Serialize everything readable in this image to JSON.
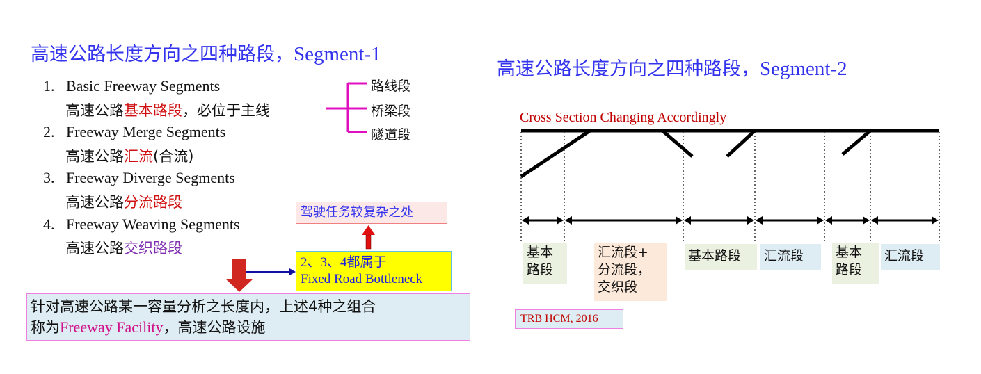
{
  "left": {
    "title_cn": "高速公路长度方向之四种路段，",
    "title_en": "Segment-1",
    "items": [
      {
        "num": "1.",
        "en": "Basic Freeway Segments",
        "cn_prefix": "高速公路",
        "cn_highlight": "基本路段",
        "cn_suffix": "，必位于主线"
      },
      {
        "num": "2.",
        "en": "Freeway Merge Segments",
        "cn_prefix": "高速公路",
        "cn_highlight": "汇流",
        "cn_suffix": "(合流)"
      },
      {
        "num": "3.",
        "en": "Freeway Diverge Segments",
        "cn_prefix": "高速公路",
        "cn_highlight": "分流路段",
        "cn_suffix": ""
      },
      {
        "num": "4.",
        "en": "Freeway Weaving Segments",
        "cn_prefix": "高速公路",
        "cn_highlight": "交织路段",
        "cn_suffix": ""
      }
    ],
    "basic_types": [
      "路线段",
      "桥梁段",
      "隧道段"
    ],
    "complex_note": "驾驶任务较复杂之处",
    "bottleneck_line1": "2、3、4都属于",
    "bottleneck_line2": "Fixed Road Bottleneck",
    "facility_line1": "针对高速公路某一容量分析之长度内，上述4种之组合",
    "facility_prefix": "称为",
    "facility_highlight": "Freeway Facility",
    "facility_suffix": "，高速公路设施"
  },
  "right": {
    "title_cn": "高速公路长度方向之四种路段，",
    "title_en": "Segment-2",
    "cross_section": "Cross Section Changing Accordingly",
    "segments": [
      {
        "label_l1": "基本",
        "label_l2": "路段",
        "label_l3": ""
      },
      {
        "label_l1": "汇流段+",
        "label_l2": "分流段，",
        "label_l3": "交织段"
      },
      {
        "label_l1": "基本路段",
        "label_l2": "",
        "label_l3": ""
      },
      {
        "label_l1": "汇流段",
        "label_l2": "",
        "label_l3": ""
      },
      {
        "label_l1": "基本",
        "label_l2": "路段",
        "label_l3": ""
      },
      {
        "label_l1": "汇流段",
        "label_l2": "",
        "label_l3": ""
      }
    ],
    "source": "TRB HCM, 2016"
  },
  "colors": {
    "title": "#3333ee",
    "red": "#d01010",
    "purple": "#8030b0",
    "magenta": "#d0108a"
  }
}
